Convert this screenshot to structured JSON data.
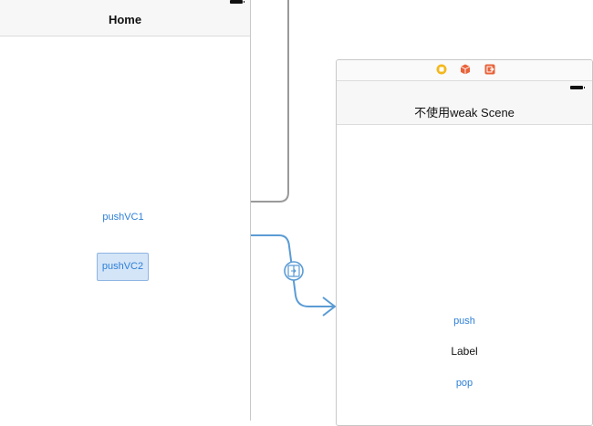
{
  "home_scene": {
    "title": "Home",
    "buttons": {
      "push_vc1": "pushVC1",
      "push_vc2": "pushVC2"
    }
  },
  "weak_scene": {
    "title": "不使用weak Scene",
    "dock_icons": [
      "view-controller-icon",
      "first-responder-icon",
      "exit-icon"
    ],
    "buttons": {
      "push": "push",
      "pop": "pop"
    },
    "label": "Label"
  },
  "colors": {
    "segue_gray": "#9a9a9a",
    "segue_blue": "#5a9bd4",
    "link_blue": "#2d7fd6",
    "dock_yellow": "#f3b81c",
    "dock_orange": "#e8623a"
  }
}
